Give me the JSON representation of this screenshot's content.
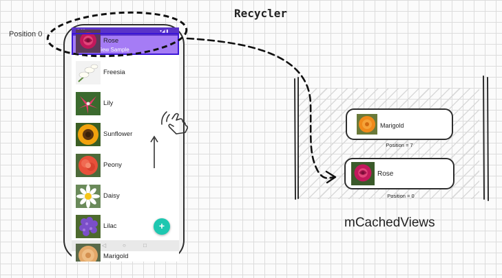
{
  "diagram": {
    "title": "Recycler",
    "position_label": "Position 0",
    "cache_title": "mCachedViews"
  },
  "phone": {
    "status_left": "8:09 ◔ ◎ ◈",
    "status_right": "▾◢ ▮",
    "app_bar_title": "RecyclerView Sample",
    "fab_label": "+",
    "nav_icons": [
      "◁",
      "○",
      "□"
    ],
    "flowers": [
      {
        "name": "Rose",
        "icon": "rose-icon"
      },
      {
        "name": "Freesia",
        "icon": "freesia-icon"
      },
      {
        "name": "Lily",
        "icon": "lily-icon"
      },
      {
        "name": "Sunflower",
        "icon": "sunflower-icon"
      },
      {
        "name": "Peony",
        "icon": "peony-icon"
      },
      {
        "name": "Daisy",
        "icon": "daisy-icon"
      },
      {
        "name": "Lilac",
        "icon": "lilac-icon"
      },
      {
        "name": "Marigold",
        "icon": "marigold-icon"
      }
    ]
  },
  "cached_views": [
    {
      "name": "Marigold",
      "position": "Position = 7",
      "icon": "marigold-icon"
    },
    {
      "name": "Rose",
      "position": "Position = 0",
      "icon": "rose-icon"
    }
  ],
  "colors": {
    "status_bar": "#5a34c8",
    "app_bar": "#a57cf5",
    "highlight": "#3b17d6",
    "fab": "#1ec7b0"
  }
}
